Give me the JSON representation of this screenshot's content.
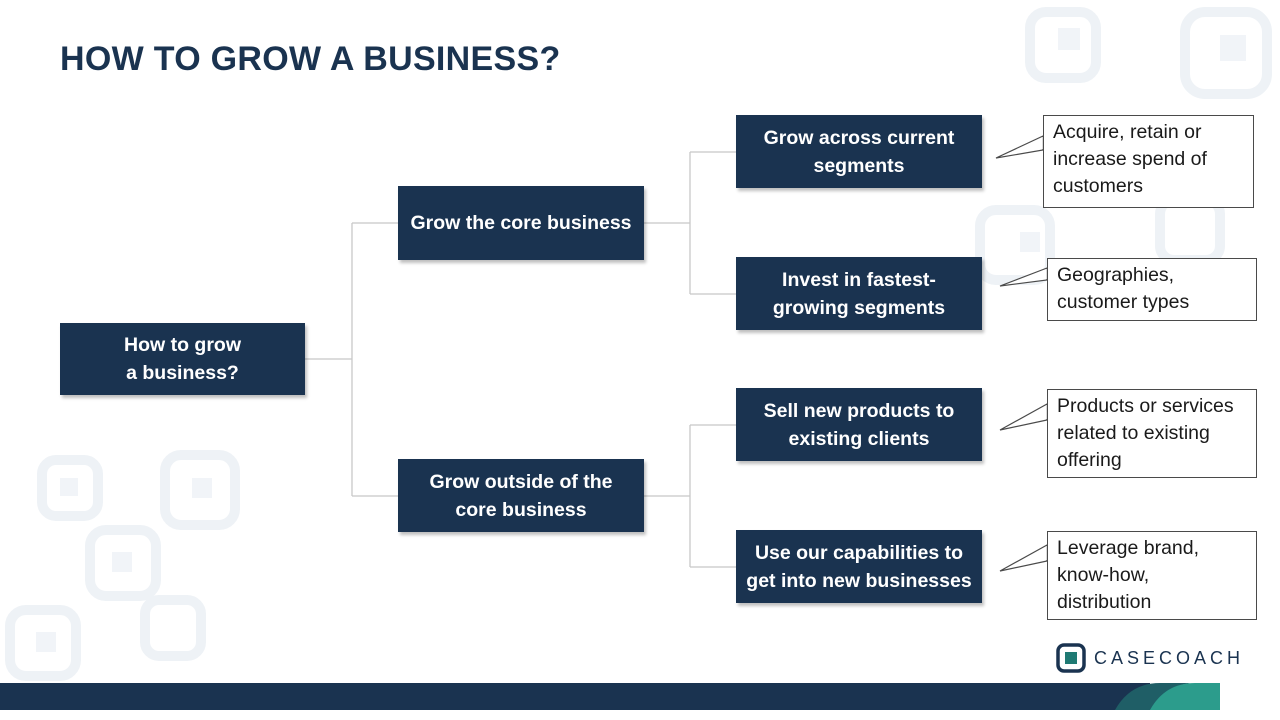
{
  "slide": {
    "title": "HOW TO GROW A BUSINESS?"
  },
  "tree": {
    "root": "How to grow\na business?",
    "core": "Grow the core business",
    "outside": "Grow outside of the\ncore business",
    "current_segments": "Grow across current\nsegments",
    "fastest_segments": "Invest in fastest-\ngrowing segments",
    "new_products": "Sell new products to\nexisting clients",
    "capabilities": "Use our capabilities to\nget into new businesses"
  },
  "callouts": {
    "customers": "Acquire, retain or\nincrease spend of\ncustomers",
    "geographies": "Geographies,\ncustomer types",
    "products": "Products or services\nrelated to existing\noffering",
    "leverage": "Leverage brand,\nknow-how,\ndistribution"
  },
  "brand": {
    "name": "CASECOACH"
  },
  "colors": {
    "navy": "#1a3350",
    "teal": "#1f7a73",
    "teal_light": "#2c9c8c",
    "connector": "#c8c8c8"
  }
}
